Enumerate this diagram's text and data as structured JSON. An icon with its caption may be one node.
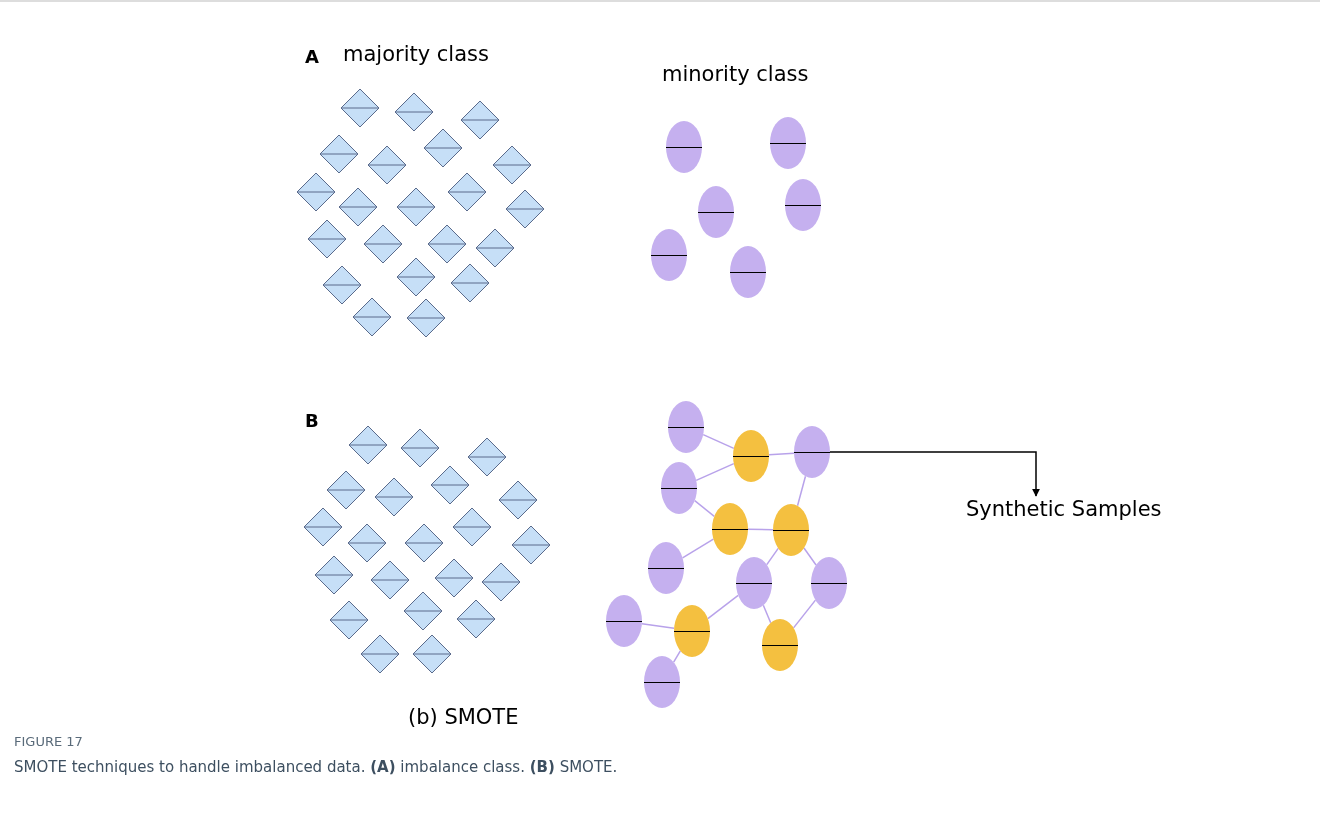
{
  "diagram": {
    "caption": "SMOTE techniques to handle imbalanced data. **(A)** imbalance class. **(B)** SMOTE.",
    "nodes": [
      {
        "text": [],
        "shape": "ellipse"
      },
      {
        "text": [],
        "shape": "ellipse"
      },
      {
        "text": [],
        "shape": "ellipse"
      },
      {
        "text": [],
        "shape": "ellipse"
      },
      {
        "text": [],
        "shape": "ellipse"
      },
      {
        "text": [],
        "shape": "ellipse"
      },
      {
        "text": [],
        "shape": "ellipse"
      },
      {
        "text": [],
        "shape": "ellipse"
      },
      {
        "text": [],
        "shape": "ellipse"
      },
      {
        "text": [],
        "shape": "ellipse"
      },
      {
        "text": [],
        "shape": "ellipse"
      },
      {
        "text": [],
        "shape": "ellipse"
      },
      {
        "text": [],
        "shape": "ellipse"
      },
      {
        "text": [],
        "shape": "ellipse"
      },
      {
        "text": [],
        "shape": "ellipse"
      },
      {
        "text": [],
        "shape": "ellipse"
      },
      {
        "text": [],
        "shape": "ellipse"
      },
      {
        "text": [],
        "shape": "ellipse"
      },
      {
        "text": [],
        "shape": "ellipse"
      },
      {
        "text": [
          "Synthetic Samples"
        ]
      }
    ],
    "edges": [
      {
        "from": 6,
        "to": 7,
        "arrow": "none"
      },
      {
        "from": 7,
        "to": 8,
        "arrow": "none"
      },
      {
        "from": 9,
        "to": 7,
        "arrow": "none"
      },
      {
        "from": 9,
        "to": 10,
        "arrow": "none"
      },
      {
        "from": 10,
        "to": 11,
        "arrow": "none"
      },
      {
        "from": 12,
        "to": 10,
        "arrow": "none"
      },
      {
        "from": 11,
        "to": 8,
        "arrow": "none"
      },
      {
        "from": 11,
        "to": 13,
        "arrow": "none"
      },
      {
        "from": 11,
        "to": 14,
        "arrow": "none"
      },
      {
        "from": 15,
        "to": 16,
        "arrow": "none"
      },
      {
        "from": 16,
        "to": 13,
        "arrow": "none"
      },
      {
        "from": 16,
        "to": 18,
        "arrow": "none"
      },
      {
        "from": 13,
        "to": 17,
        "arrow": "none"
      },
      {
        "from": 17,
        "to": 14,
        "arrow": "none"
      },
      {
        "from": 8,
        "to": 19,
        "arrow": "to",
        "color": "#000000"
      }
    ],
    "labels": [
      "A",
      "majority class",
      "minority class",
      "B",
      "(b) SMOTE",
      "FIGURE 17"
    ]
  }
}
